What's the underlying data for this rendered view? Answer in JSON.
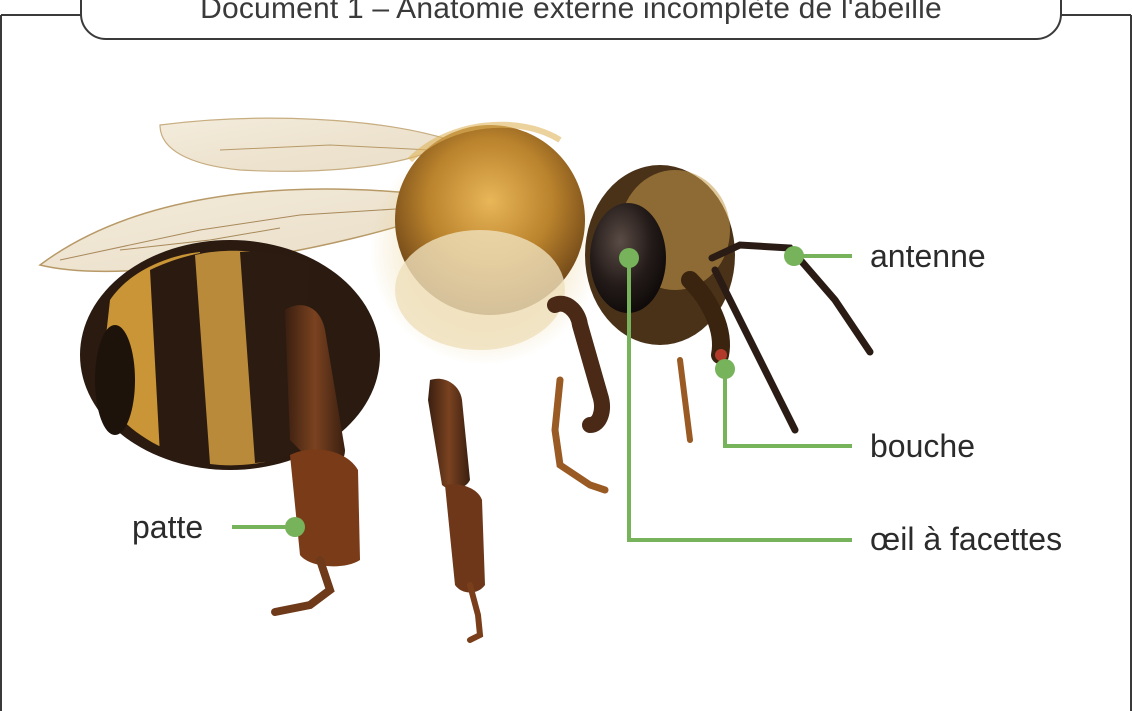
{
  "document": {
    "title": "Document 1 – Anatomie externe incomplète de l'abeille"
  },
  "labels": {
    "antenne": "antenne",
    "bouche": "bouche",
    "oeil": "œil à facettes",
    "patte": "patte"
  },
  "colors": {
    "leader": "#76b35a",
    "frame": "#3a3a3a",
    "text": "#2b2b2b"
  },
  "image": {
    "subject": "honeybee-photo"
  }
}
